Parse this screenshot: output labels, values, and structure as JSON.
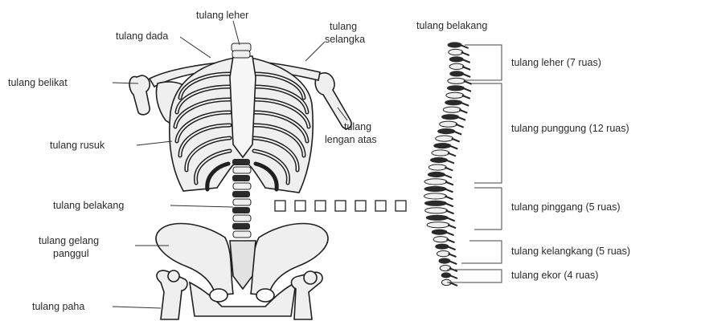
{
  "skeleton": {
    "labels": {
      "tulang_leher": "tulang leher",
      "tulang_dada": "tulang dada",
      "tulang_selangka_1": "tulang",
      "tulang_selangka_2": "selangka",
      "tulang_belikat": "tulang belikat",
      "tulang_rusuk": "tulang rusuk",
      "tulang_lengan_1": "tulang",
      "tulang_lengan_2": "lengan atas",
      "tulang_belakang": "tulang belakang",
      "tulang_gelang_1": "tulang gelang",
      "tulang_gelang_2": "panggul",
      "tulang_paha": "tulang paha"
    }
  },
  "spine": {
    "title": "tulang belakang",
    "segments": [
      "tulang leher (7 ruas)",
      "tulang punggung (12 ruas)",
      "tulang pinggang (5 ruas)",
      "tulang kelangkang (5 ruas)",
      "tulang ekor (4 ruas)"
    ]
  },
  "connector": {
    "squares": 7
  }
}
